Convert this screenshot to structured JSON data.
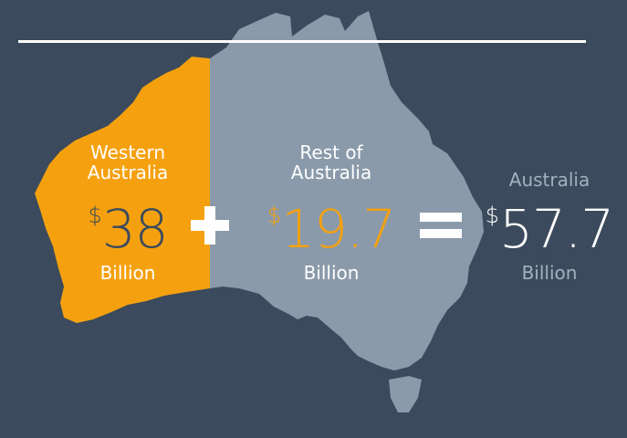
{
  "colors": {
    "background": "#3b4a5c",
    "western_australia_fill": "#f5a10f",
    "rest_of_australia_fill": "#8a9aaa",
    "highlight_text": "#f5a10f",
    "light_text": "#ffffff",
    "muted_text": "#a3b0bd"
  },
  "western_australia": {
    "label_line1": "Western",
    "label_line2": "Australia",
    "currency": "$",
    "amount": "38",
    "unit": "Billion"
  },
  "rest_of_australia": {
    "label_line1": "Rest of",
    "label_line2": "Australia",
    "currency": "$",
    "amount": "19.7",
    "unit": "Billion"
  },
  "australia_total": {
    "label": "Australia",
    "currency": "$",
    "amount": "57.7",
    "unit": "Billion"
  },
  "operators": {
    "plus_icon": "plus-icon",
    "equals_icon": "equals-icon"
  }
}
